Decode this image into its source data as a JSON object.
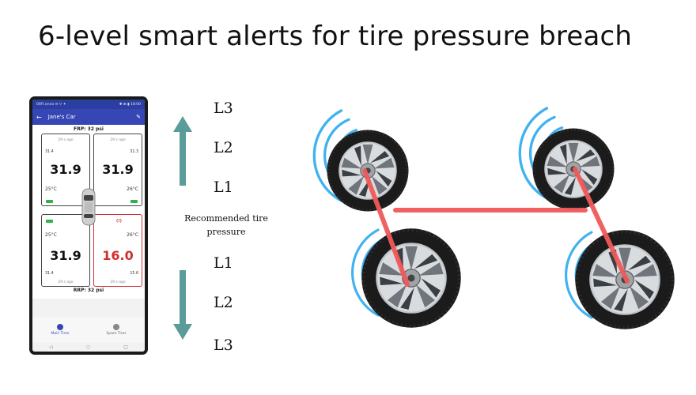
{
  "headline": "6-level smart alerts for tire pressure breach",
  "phone": {
    "status_left": "00Fl.enno ✉ ▽ ✦",
    "status_right": "✱ ⊞ ▮ 18:00",
    "back_glyph": "←",
    "app_title": "Jane's Car",
    "edit_glyph": "✎",
    "front_label": "FRP: 32 psi",
    "rear_label": "RRP: 32 psi",
    "tiles": {
      "fl": {
        "ago": "29 s ago",
        "sub": "31.4",
        "pressure": "31.9",
        "temp": "25°C"
      },
      "fr": {
        "ago": "29 s ago",
        "sub": "31.3",
        "pressure": "31.9",
        "temp": "26°C"
      },
      "rl": {
        "ago": "29 s ago",
        "sub": "31.4",
        "pressure": "31.9",
        "temp": "25°C"
      },
      "rr": {
        "ago": "29 s ago",
        "sub": "15.6",
        "pressure": "16.0",
        "temp": "26°C",
        "warn": "(!)"
      }
    },
    "nav": {
      "main": "Main Tires",
      "spare": "Spare Tires"
    },
    "sys": {
      "back": "◁",
      "home": "○",
      "recent": "□"
    }
  },
  "levels": {
    "up": [
      "L3",
      "L2",
      "L1"
    ],
    "recommended": "Recommended tire pressure",
    "down": [
      "L1",
      "L2",
      "L3"
    ]
  },
  "colors": {
    "arrow": "#5a9c9a",
    "signal": "#3fb2ef",
    "link": "#f05a5a",
    "alert": "#d32f2f",
    "ok": "#2db34a",
    "appbar": "#3647b5"
  }
}
